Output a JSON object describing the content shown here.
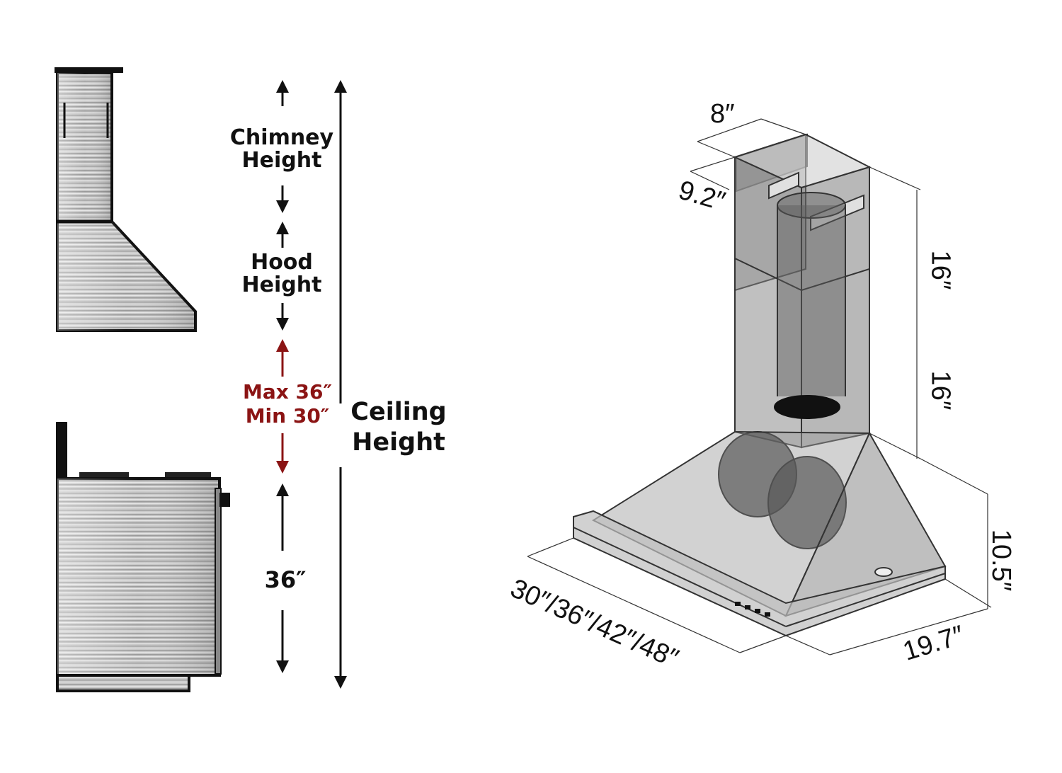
{
  "left_diagram": {
    "chimney_label": [
      "Chimney",
      "Height"
    ],
    "hood_label": [
      "Hood",
      "Height"
    ],
    "clearance_label": [
      "Max 36″",
      "Min 30″"
    ],
    "range_height_label": "36″",
    "ceiling_label": [
      "Ceiling",
      "Height"
    ],
    "clearance_color": "#8b1414"
  },
  "right_diagram": {
    "chimney_width": "8″",
    "chimney_depth": "9.2″",
    "upper_chimney_height": "16″",
    "lower_chimney_height": "16″",
    "hood_height": "10.5″",
    "hood_widths": "30″/36″/42″/48″",
    "hood_depth": "19.7″"
  }
}
